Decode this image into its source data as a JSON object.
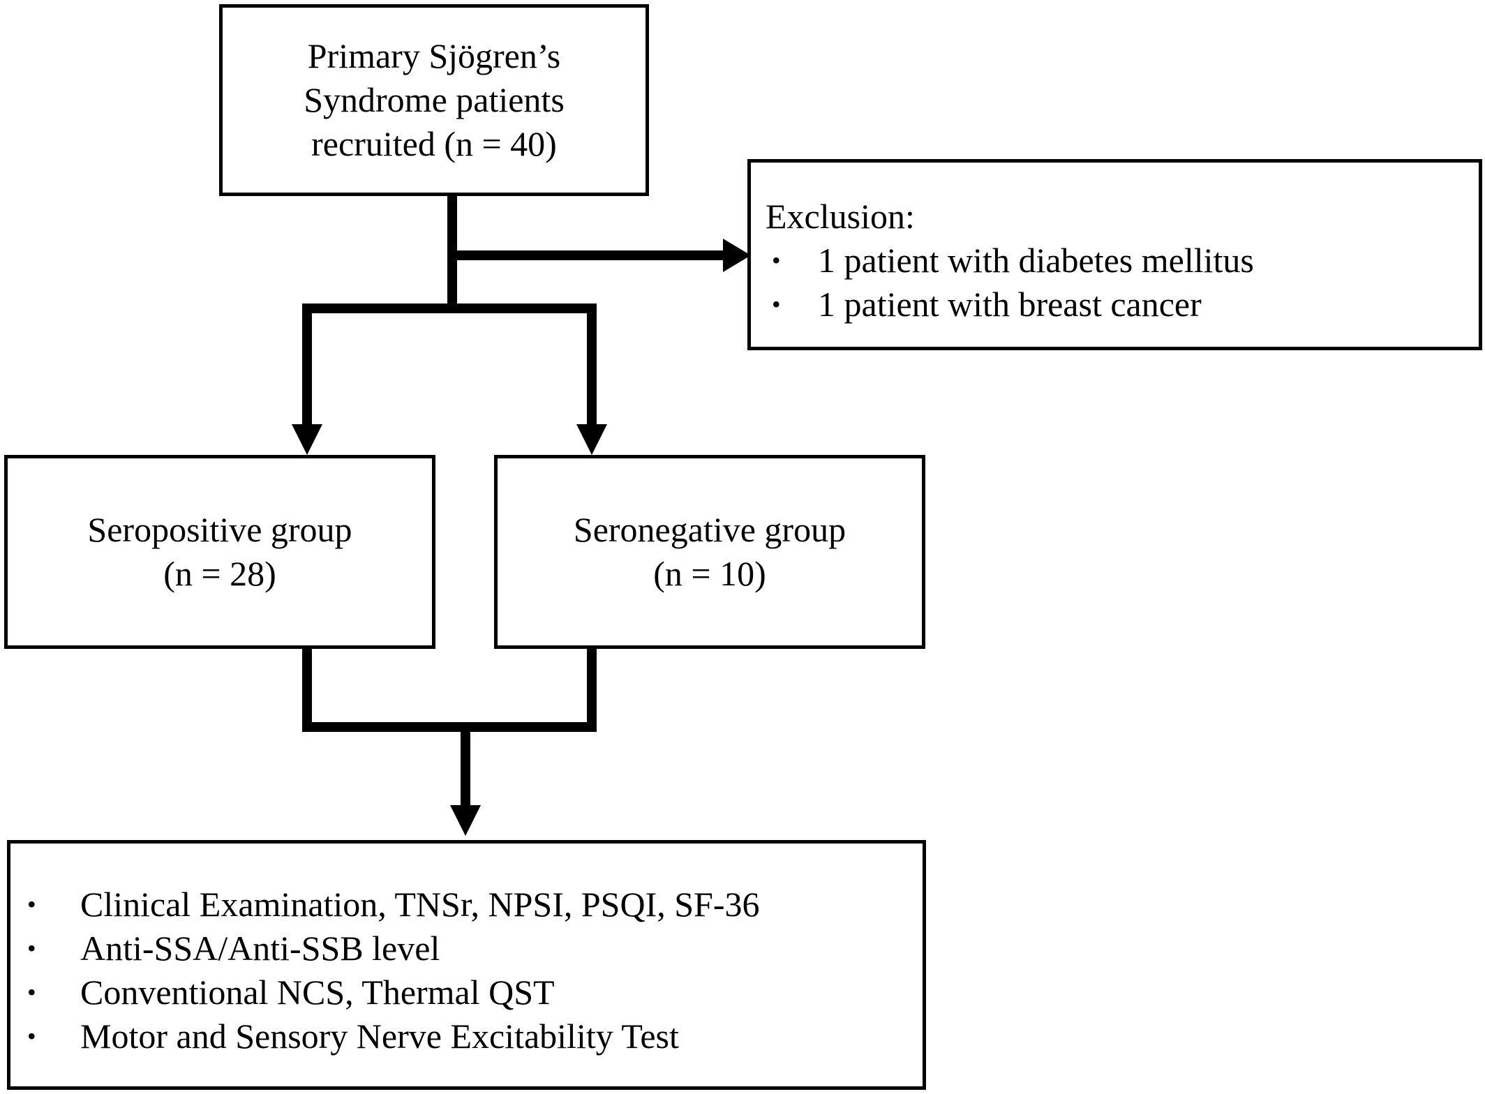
{
  "recruited": {
    "lines": [
      "Primary Sjögren’s",
      "Syndrome patients",
      "recruited (n = 40)"
    ]
  },
  "exclusion": {
    "title": "Exclusion:",
    "items": [
      "1 patient with diabetes mellitus",
      "1 patient with breast cancer"
    ]
  },
  "seropositive": {
    "label": "Seropositive group",
    "count": "(n = 28)"
  },
  "seronegative": {
    "label": "Seronegative group",
    "count": "(n = 10)"
  },
  "assessments": {
    "items": [
      "Clinical Examination, TNSr, NPSI, PSQI, SF-36",
      "Anti-SSA/Anti-SSB level",
      "Conventional NCS, Thermal QST",
      "Motor and Sensory Nerve Excitability Test"
    ]
  },
  "bullet_char": "•"
}
